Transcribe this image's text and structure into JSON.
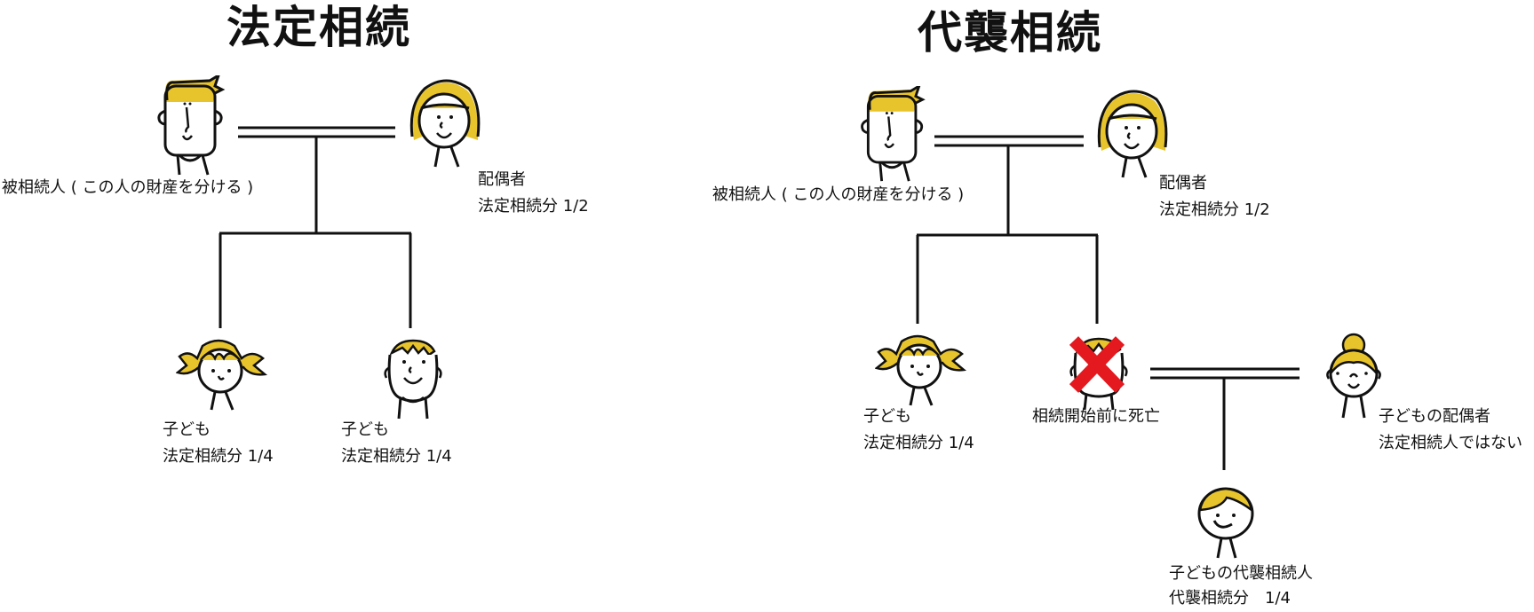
{
  "colors": {
    "hair": "#E8C42C",
    "line": "#111111",
    "cross": "#E3191F",
    "background": "#FFFFFF"
  },
  "left_diagram": {
    "title": "法定相続",
    "decedent_label": "被相続人 ( この人の財産を分ける )",
    "spouse": {
      "role": "配偶者",
      "share": "法定相続分 1/2"
    },
    "children": [
      {
        "role": "子ども",
        "share": "法定相続分 1/4"
      },
      {
        "role": "子ども",
        "share": "法定相続分 1/4"
      }
    ]
  },
  "right_diagram": {
    "title": "代襲相続",
    "decedent_label": "被相続人 ( この人の財産を分ける )",
    "spouse": {
      "role": "配偶者",
      "share": "法定相続分 1/2"
    },
    "child": {
      "role": "子ども",
      "share": "法定相続分 1/4"
    },
    "deceased_child": {
      "note": "相続開始前に死亡"
    },
    "child_spouse": {
      "role": "子どもの配偶者",
      "note": "法定相続人ではない"
    },
    "grandchild": {
      "role": "子どもの代襲相続人",
      "share": "代襲相続分　1/4"
    }
  }
}
